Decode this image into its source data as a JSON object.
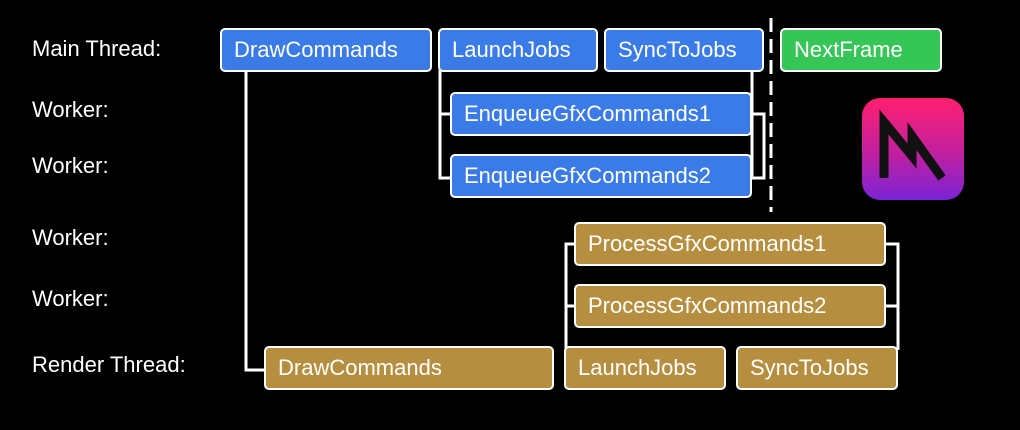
{
  "row_labels": {
    "main": "Main Thread:",
    "worker1": "Worker:",
    "worker2": "Worker:",
    "worker3": "Worker:",
    "worker4": "Worker:",
    "render": "Render Thread:"
  },
  "main_thread": {
    "draw_commands": "DrawCommands",
    "launch_jobs": "LaunchJobs",
    "sync_to_jobs": "SyncToJobs",
    "next_frame": "NextFrame"
  },
  "main_workers": {
    "enqueue1": "EnqueueGfxCommands1",
    "enqueue2": "EnqueueGfxCommands2"
  },
  "render_workers": {
    "process1": "ProcessGfxCommands1",
    "process2": "ProcessGfxCommands2"
  },
  "render_thread": {
    "draw_commands": "DrawCommands",
    "launch_jobs": "LaunchJobs",
    "sync_to_jobs": "SyncToJobs"
  },
  "colors": {
    "background": "#000000",
    "main_task": "#3a7be8",
    "render_task": "#b58f3f",
    "next_frame": "#35c657",
    "connector": "#ffffff"
  },
  "logo": {
    "icon": "m-logo-icon"
  }
}
